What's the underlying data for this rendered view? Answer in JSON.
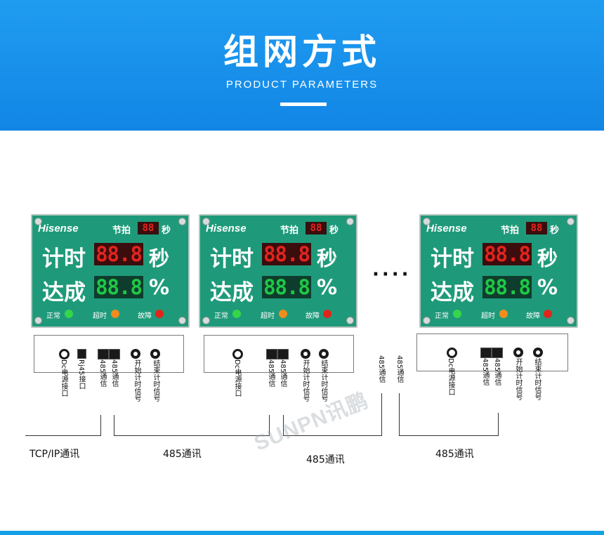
{
  "header": {
    "title": "组网方式",
    "subtitle": "PRODUCT PARAMETERS"
  },
  "board": {
    "brand": "Hisense",
    "beat_label": "节拍",
    "beat_digits": "88",
    "beat_unit": "秒",
    "timer_label": "计时",
    "timer_digits": "88.8",
    "timer_unit": "秒",
    "rate_label": "达成",
    "rate_digits": "88.8",
    "rate_unit": "%",
    "status": {
      "normal": "正常",
      "timeout": "超时",
      "fault": "故障"
    }
  },
  "ports": {
    "dc": "Dc电源接口",
    "rj45": "Rj45接口",
    "p485": "485通信",
    "start": "开始计时信号",
    "end": "结束计时信号"
  },
  "between": {
    "dots": "····",
    "left_label": "485通信",
    "right_label": "485通信"
  },
  "comm": {
    "tcp": "TCP/IP通讯",
    "rs485_a": "485通讯",
    "rs485_b": "485通讯",
    "rs485_c": "485通讯"
  },
  "watermark": "SUNPN讯鹏",
  "colors": {
    "banner": "#1a91eb",
    "board": "#1e9a7a",
    "led_normal": "#35d64a",
    "led_timeout": "#f08c1e",
    "led_fault": "#e0261c",
    "seg_red": "#e2241e",
    "seg_green": "#1fc846"
  }
}
